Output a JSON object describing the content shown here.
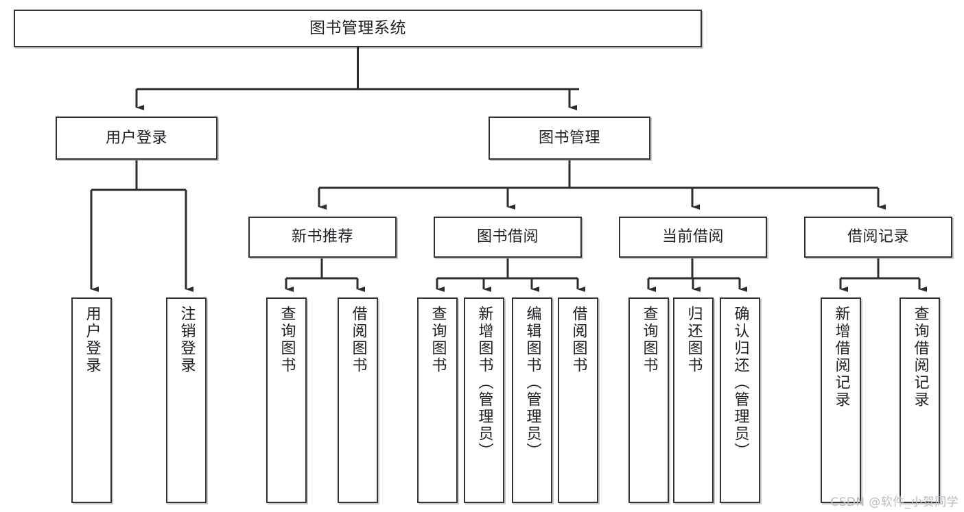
{
  "diagram": {
    "type": "tree-hierarchy",
    "title": "图书管理系统",
    "watermark": "CSDN @软件_小贺同学",
    "colors": {
      "box_border": "#32343a",
      "box_fill": "#ffffff",
      "connector": "#2b2d33",
      "text": "#1d1f24",
      "watermark": "#b9bcc2"
    },
    "nodes": {
      "root": {
        "label": "图书管理系统",
        "level": 0
      },
      "level1": [
        {
          "id": "user-login",
          "label": "用户登录"
        },
        {
          "id": "book-management",
          "label": "图书管理"
        }
      ],
      "level2": [
        {
          "id": "new-book-recommend",
          "label": "新书推荐",
          "parent": "book-management"
        },
        {
          "id": "book-borrow",
          "label": "图书借阅",
          "parent": "book-management"
        },
        {
          "id": "current-borrow",
          "label": "当前借阅",
          "parent": "book-management"
        },
        {
          "id": "borrow-record",
          "label": "借阅记录",
          "parent": "book-management"
        }
      ],
      "leaves": {
        "user-login": [
          {
            "id": "leaf-user-login",
            "label": "用户登录"
          },
          {
            "id": "leaf-user-logout",
            "label": "注销登录"
          }
        ],
        "new-book-recommend": [
          {
            "id": "leaf-query-book-1",
            "label": "查询图书"
          },
          {
            "id": "leaf-borrow-book-1",
            "label": "借阅图书"
          }
        ],
        "book-borrow": [
          {
            "id": "leaf-query-book-2",
            "label": "查询图书"
          },
          {
            "id": "leaf-add-book",
            "label": "新增图书（管理员）"
          },
          {
            "id": "leaf-edit-book",
            "label": "编辑图书（管理员）"
          },
          {
            "id": "leaf-borrow-book-2",
            "label": "借阅图书"
          }
        ],
        "current-borrow": [
          {
            "id": "leaf-query-book-3",
            "label": "查询图书"
          },
          {
            "id": "leaf-return-book",
            "label": "归还图书"
          },
          {
            "id": "leaf-confirm-return",
            "label": "确认归还（管理员）"
          }
        ],
        "borrow-record": [
          {
            "id": "leaf-add-record",
            "label": "新增借阅记录"
          },
          {
            "id": "leaf-query-record",
            "label": "查询借阅记录"
          }
        ]
      }
    }
  }
}
